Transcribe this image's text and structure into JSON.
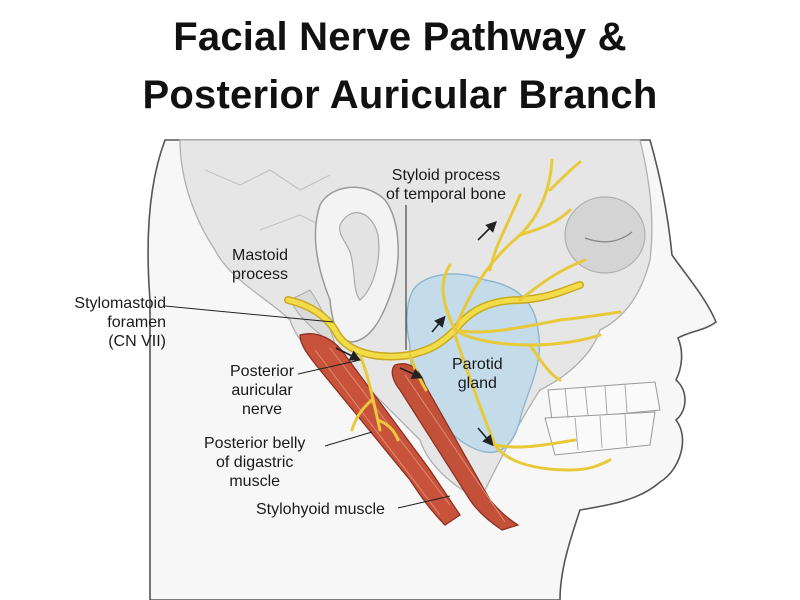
{
  "title": {
    "line1": "Facial Nerve Pathway &",
    "line2": "Posterior Auricular Branch"
  },
  "labels": {
    "styloid": "Styloid process\nof temporal bone",
    "mastoid": "Mastoid\nprocess",
    "stylomastoid": "Stylomastoid\nforamen\n(CN VII)",
    "posterior_auricular": "Posterior\nauricular\nnerve",
    "digastric": "Posterior belly\nof digastric\nmuscle",
    "parotid": "Parotid\ngland",
    "stylohyoid": "Stylohyoid muscle"
  },
  "colors": {
    "nerve": "#f2dc4a",
    "nerve_outline": "#c9a922",
    "muscle": "#c8523a",
    "gland": "#bcd8ea",
    "skin_outline": "#555555",
    "skull": "#e6e6e6"
  }
}
